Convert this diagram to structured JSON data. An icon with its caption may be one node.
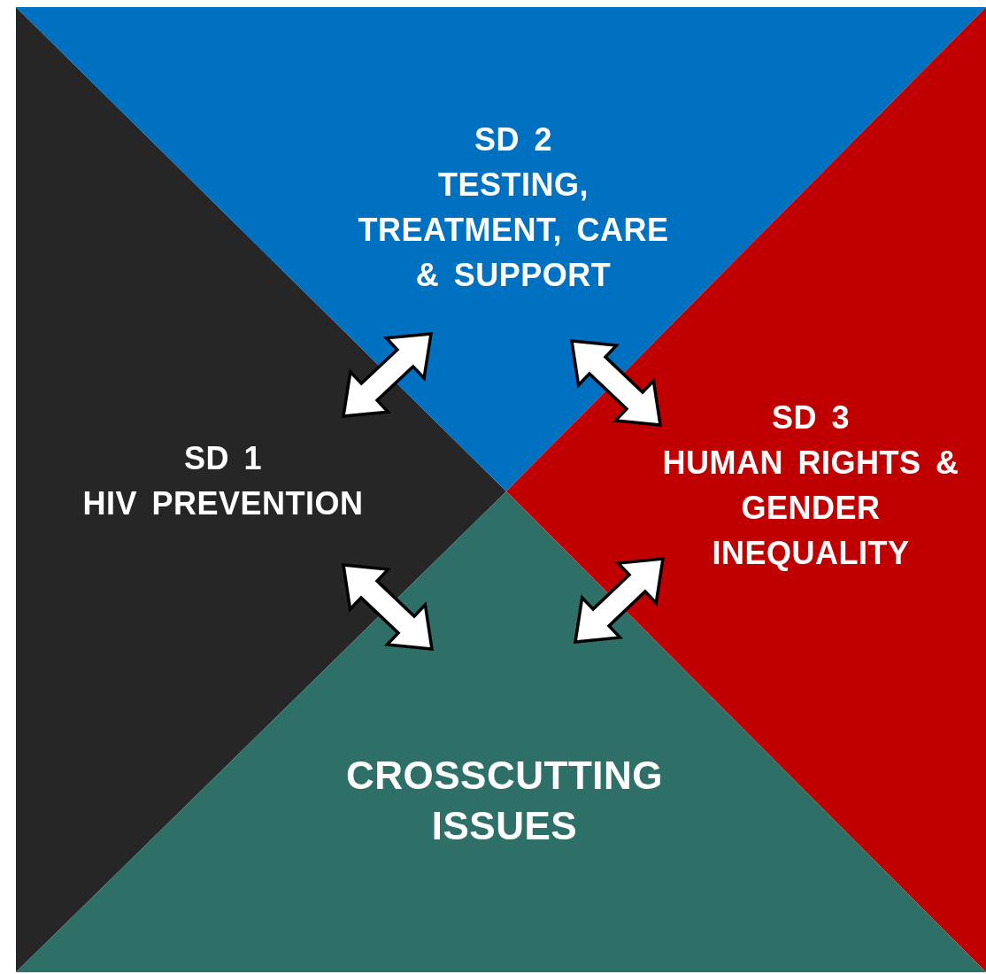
{
  "diagram": {
    "nodes": [
      {
        "text": [
          "SD 1",
          "HIV PREVENTION"
        ]
      },
      {
        "text": [
          "SD 2",
          "TESTING, TREATMENT, CARE & SUPPORT"
        ]
      },
      {
        "text": [
          "SD 3",
          "HUMAN RIGHTS & GENDER INEQUALITY"
        ]
      },
      {
        "text": [
          "CROSSCUTTING ISSUES"
        ]
      }
    ],
    "edges": [
      {
        "from": 0,
        "to": 1,
        "arrow": "both"
      },
      {
        "from": 1,
        "to": 2,
        "arrow": "both"
      },
      {
        "from": 0,
        "to": 3,
        "arrow": "both"
      },
      {
        "from": 2,
        "to": 3,
        "arrow": "both"
      }
    ]
  }
}
